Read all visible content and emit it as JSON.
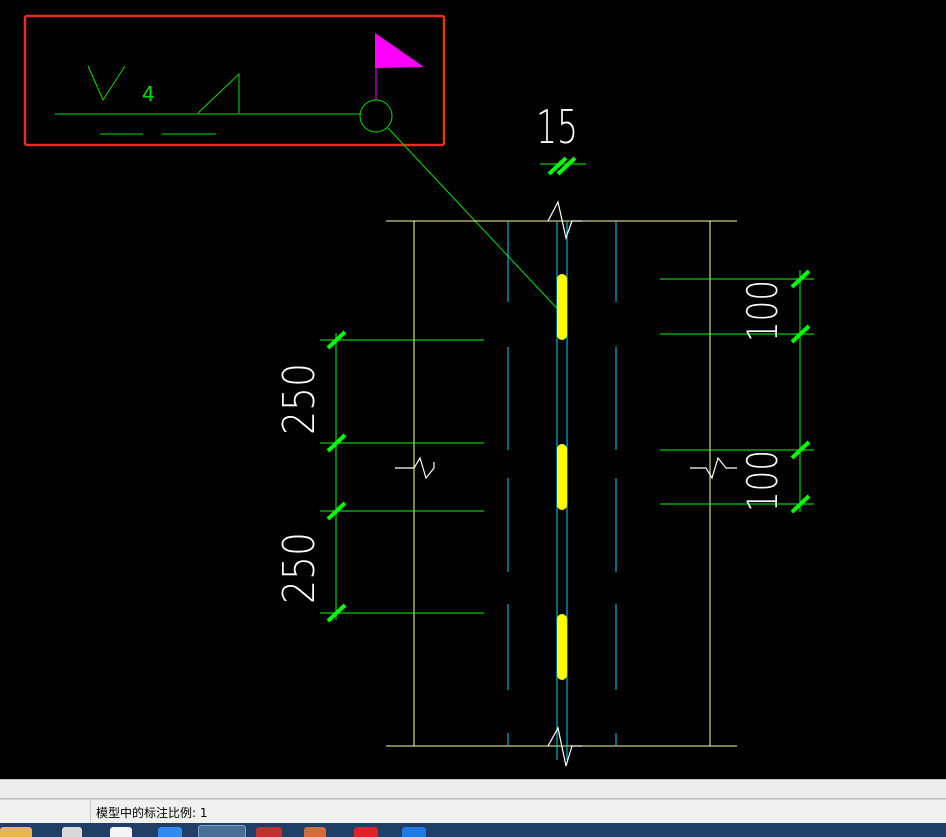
{
  "drawing": {
    "weld_symbol_number": "4",
    "dimensions": {
      "top_gap": "15",
      "left_upper": "250",
      "left_lower": "250",
      "right_upper": "100",
      "right_lower": "100"
    },
    "colors": {
      "background": "#000000",
      "highlight_box": "#e53020",
      "dimension_line": "#00ff00",
      "outline": "#ffff99",
      "centerline": "#00d5ff",
      "weld": "#ffff00",
      "flag": "#ff00ff",
      "break_line": "#ffffff"
    }
  },
  "status_bar": {
    "annotation_scale_text": "模型中的标注比例: 1"
  },
  "taskbar": {
    "icons": [
      "folder-icon",
      "cloud-icon",
      "app-icon",
      "browser-icon",
      "cad-icon",
      "app-red-icon",
      "app-orange-icon",
      "app-red2-icon",
      "app-blue-icon"
    ]
  }
}
